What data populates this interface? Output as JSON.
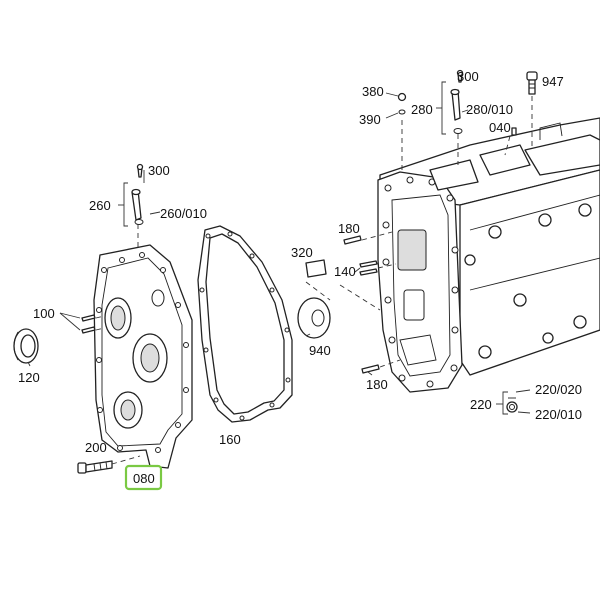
{
  "labels": {
    "l380": "380",
    "l300a": "300",
    "l947": "947",
    "l280": "280",
    "l280_010": "280/010",
    "l390": "390",
    "l040": "040",
    "l300b": "300",
    "l260": "260",
    "l260_010": "260/010",
    "l180a": "180",
    "l320": "320",
    "l140": "140",
    "l100": "100",
    "l940": "940",
    "l120": "120",
    "l180b": "180",
    "l220_020": "220/020",
    "l220": "220",
    "l220_010": "220/010",
    "l200": "200",
    "l160": "160",
    "l080": "080"
  },
  "colors": {
    "highlight": "#7ac943",
    "line": "#222222"
  },
  "highlighted_callout": "080"
}
